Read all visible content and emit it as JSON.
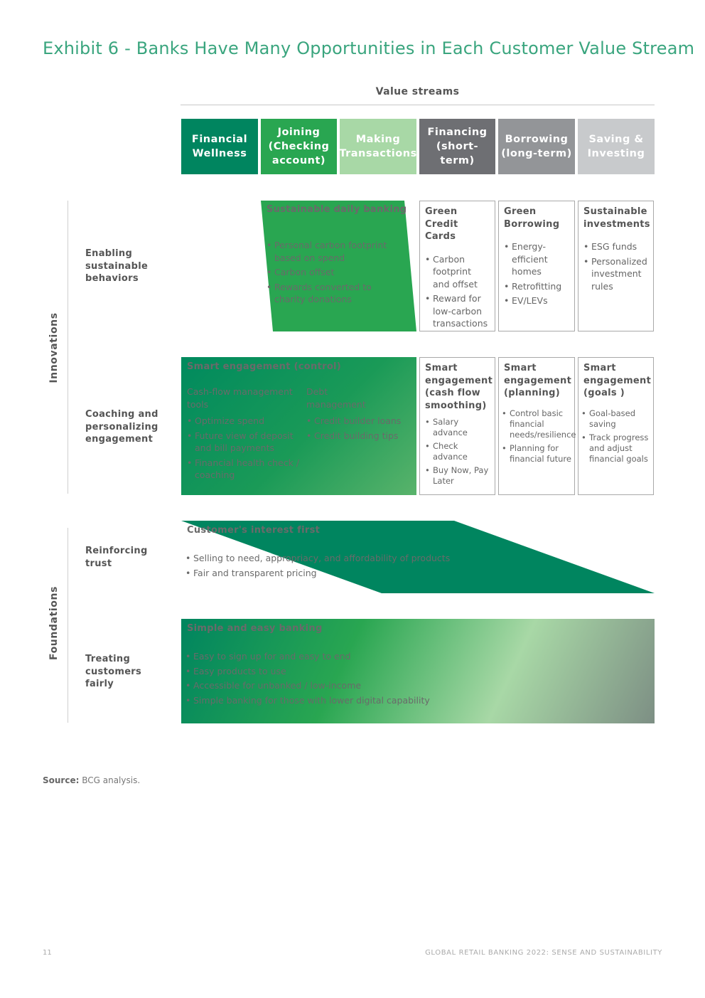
{
  "title": "Exhibit 6 - Banks Have Many Opportunities in Each Customer Value Stream",
  "value_streams_label": "Value streams",
  "columns": [
    {
      "label": "Financial Wellness",
      "color": "#00855f",
      "text_color": "#ffffff"
    },
    {
      "label": "Joining (Checking account)",
      "color": "#29a651",
      "text_color": "#ffffff"
    },
    {
      "label": "Making Transactions",
      "color": "#a8d8a6",
      "text_color": "#ffffff"
    },
    {
      "label": "Financing (short-term)",
      "color": "#6e6f73",
      "text_color": "#ffffff"
    },
    {
      "label": "Borrowing (long-term)",
      "color": "#939598",
      "text_color": "#ffffff"
    },
    {
      "label": "Saving & Investing",
      "color": "#c8cacc",
      "text_color": "#ffffff"
    }
  ],
  "groups": {
    "innovations": "Innovations",
    "foundations": "Foundations"
  },
  "rows": {
    "enabling": "Enabling sustainable behaviors",
    "coaching": "Coaching and personalizing engagement",
    "trust": "Reinforcing trust",
    "fair": "Treating customers fairly"
  },
  "sustainable_daily": {
    "title": "Sustainable daily banking",
    "items": [
      "Personal carbon footprint based on spend",
      "Carbon offset",
      "Rewards converted to charity donations"
    ]
  },
  "green_credit": {
    "title": "Green Credit Cards",
    "items": [
      "Carbon footprint and offset",
      "Reward for low-carbon transactions"
    ]
  },
  "green_borrowing": {
    "title": "Green Borrowing",
    "items": [
      "Energy-efficient homes",
      "Retrofitting",
      "EV/LEVs"
    ]
  },
  "sustainable_investments": {
    "title": "Sustainable investments",
    "items": [
      "ESG funds",
      "Personalized investment rules"
    ]
  },
  "smart_control": {
    "title": "Smart engagement (control)",
    "left_heading": "Cash-flow management tools",
    "left_items": [
      "Optimize spend",
      "Future view of deposit and bill payments",
      "Financial health check / coaching"
    ],
    "right_heading": "Debt management",
    "right_items": [
      "Credit builder loans",
      "Credit building tips"
    ]
  },
  "smart_cash": {
    "title": "Smart engagement (cash flow smoothing)",
    "items": [
      "Salary advance",
      "Check advance",
      "Buy Now, Pay Later"
    ]
  },
  "smart_planning": {
    "title": "Smart engagement (planning)",
    "items": [
      "Control basic financial needs/resilience",
      "Planning for financial future"
    ]
  },
  "smart_goals": {
    "title": "Smart engagement (goals )",
    "items": [
      "Goal-based saving",
      "Track progress and adjust financial goals"
    ]
  },
  "customer_interest": {
    "title": "Customer's interest first",
    "items": [
      "Selling to need, appropriacy, and affordability of products",
      "Fair and transparent pricing"
    ]
  },
  "simple_easy": {
    "title": "Simple and easy banking",
    "items": [
      "Easy to sign up for and easy to end",
      "Easy products to use",
      "Accessible for unbanked / low-income",
      "Simple banking for those with lower digital capability"
    ]
  },
  "source": {
    "label": "Source:",
    "text": "BCG analysis."
  },
  "page_number": "11",
  "footer": "GLOBAL RETAIL BANKING 2022: SENSE AND SUSTAINABILITY"
}
